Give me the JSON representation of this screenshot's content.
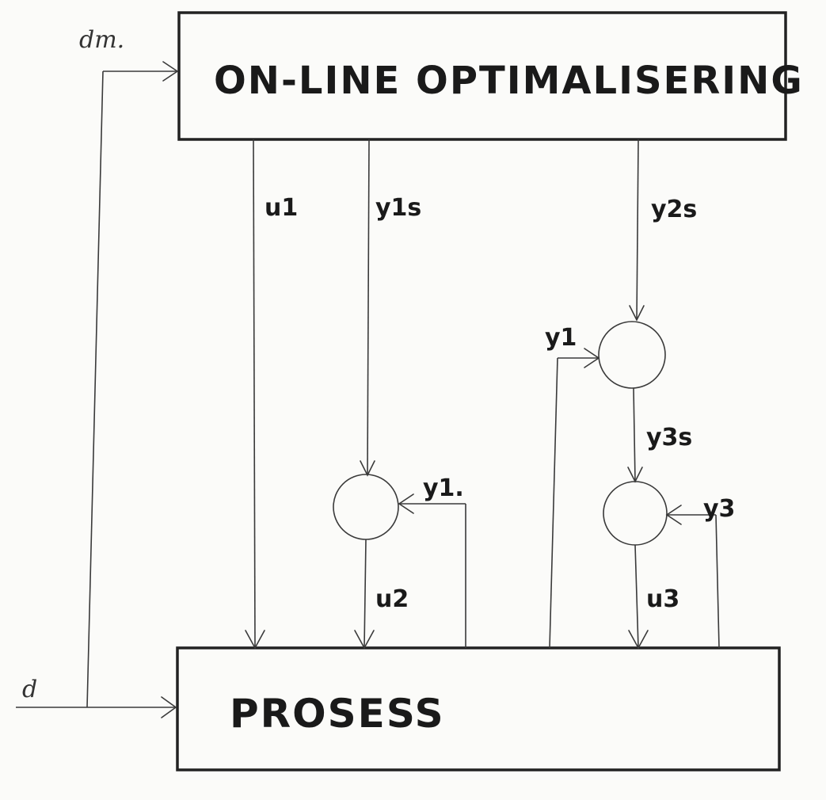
{
  "blocks": {
    "optimizer": "ON-LINE OPTIMALISERING",
    "process": "PROSESS"
  },
  "signals": {
    "dm": "dm.",
    "d": "d",
    "u1": "u1",
    "y1s": "y1s",
    "y2s": "y2s",
    "y1_left": "y1",
    "y1_right": "y1.",
    "y3s": "y3s",
    "y3": "y3",
    "u2": "u2",
    "u3": "u3"
  }
}
